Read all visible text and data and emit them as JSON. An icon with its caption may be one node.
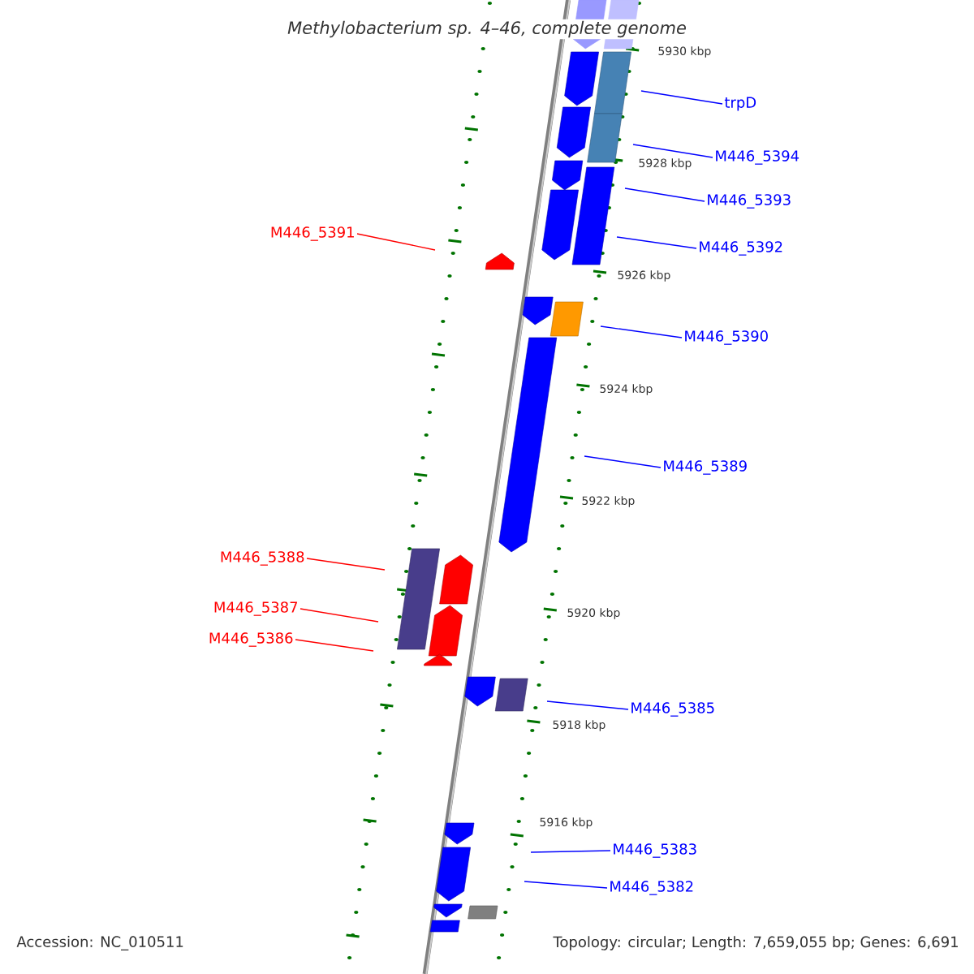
{
  "diagram": {
    "title": "*Methylobacterium sp.* 4–46, complete genome",
    "nodes": [
      {
        "text": [
          "trpD"
        ]
      },
      {
        "text": [
          "M446_5394"
        ]
      },
      {
        "text": [
          "M446_5393"
        ]
      },
      {
        "text": [
          "M446_5392"
        ]
      },
      {
        "text": [
          "M446_5391"
        ]
      },
      {
        "text": [
          "M446_5390"
        ]
      },
      {
        "text": [
          "M446_5389"
        ]
      },
      {
        "text": [
          "M446_5388"
        ]
      },
      {
        "text": [
          "M446_5387"
        ]
      },
      {
        "text": [
          "M446_5386"
        ]
      },
      {
        "text": [
          "M446_5385"
        ]
      },
      {
        "text": [
          "M446_5383"
        ]
      },
      {
        "text": [
          "M446_5382"
        ]
      }
    ],
    "edges": [
      {
        "from": 0,
        "to": null,
        "arrow": "none"
      },
      {
        "from": 1,
        "to": null,
        "arrow": "none"
      },
      {
        "from": 2,
        "to": null,
        "arrow": "none"
      },
      {
        "from": 3,
        "to": null,
        "arrow": "none"
      },
      {
        "from": 4,
        "to": null,
        "arrow": "none",
        "color": "#ff0000"
      },
      {
        "from": 5,
        "to": null,
        "arrow": "none"
      },
      {
        "from": 6,
        "to": null,
        "arrow": "none"
      },
      {
        "from": 7,
        "to": null,
        "arrow": "none",
        "color": "#ff0000"
      },
      {
        "from": 8,
        "to": null,
        "arrow": "none",
        "color": "#ff0000"
      },
      {
        "from": 9,
        "to": null,
        "arrow": "none",
        "color": "#ff0000"
      },
      {
        "from": 10,
        "to": null,
        "arrow": "none"
      },
      {
        "from": 11,
        "to": null,
        "arrow": "none"
      },
      {
        "from": 12,
        "to": null,
        "arrow": "none"
      }
    ],
    "labels": [
      "5930 kbp",
      "5928 kbp",
      "5926 kbp",
      "5924 kbp",
      "5922 kbp",
      "5920 kbp",
      "5918 kbp",
      "5916 kbp",
      "Accession: NC_010511",
      "Topology: circular; Length: 7,659,055 bp; Genes: 6,691"
    ]
  }
}
